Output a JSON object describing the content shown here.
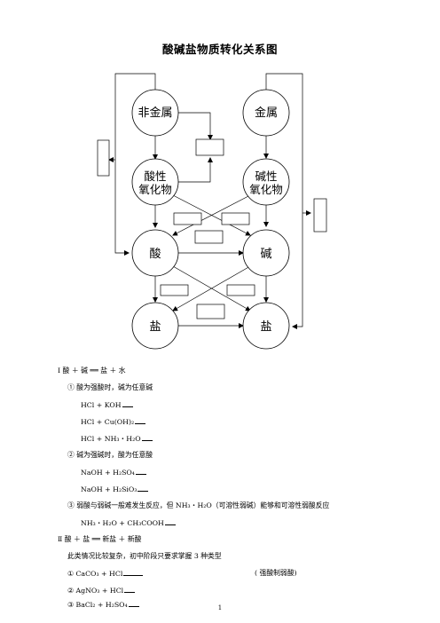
{
  "title": "酸碱盐物质转化关系图",
  "nodes": {
    "nonmetal": "非金属",
    "metal": "金属",
    "acidic_oxide_1": "酸性",
    "acidic_oxide_2": "氧化物",
    "basic_oxide_1": "碱性",
    "basic_oxide_2": "氧化物",
    "acid": "酸",
    "base": "碱",
    "salt_left": "盐",
    "salt_right": "盐"
  },
  "sections": [
    {
      "heading": "Ⅰ  酸 ＋ 碱 ══ 盐 ＋ 水"
    },
    {
      "item": "①  酸为强酸时，碱为任意碱"
    },
    {
      "reaction": "HCl + KOH"
    },
    {
      "reaction": "HCl + Cu(OH)₂"
    },
    {
      "reaction": "HCl + NH₃・H₂O"
    },
    {
      "item": "②  碱为强碱时，酸为任意酸"
    },
    {
      "reaction": "NaOH + H₂SO₄"
    },
    {
      "reaction": "NaOH + H₂SiO₃"
    },
    {
      "item": "③  弱酸与弱碱一般难发生反应，但 NH₃・H₂O（可溶性弱碱）能够和可溶性弱酸反应"
    },
    {
      "reaction": "NH₃・H₂O + CH₃COOH"
    },
    {
      "heading": "Ⅱ  酸 ＋ 盐 ══ 新盐 ＋ 新酸"
    },
    {
      "item": "此类情况比较复杂，初中阶段只要求掌握 3 种类型"
    },
    {
      "item": "①  CaCO₃ + HCl"
    },
    {
      "note": "( 强酸制弱酸)"
    },
    {
      "item": "②  AgNO₃ + HCl"
    },
    {
      "item": "③  BaCl₂ + H₂SO₄"
    }
  ],
  "page_number": "1"
}
